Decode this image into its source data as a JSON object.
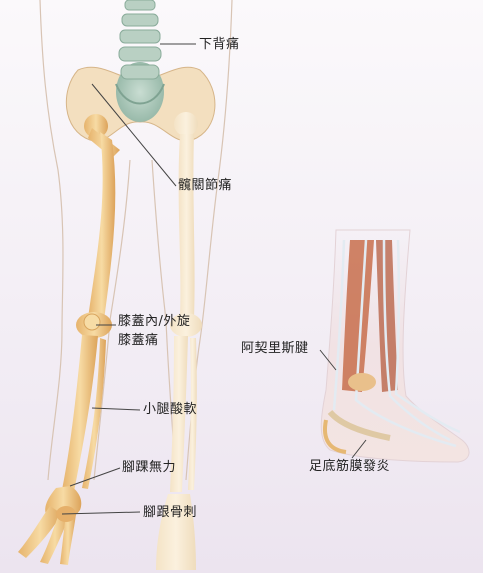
{
  "labels": {
    "lower_back": "下背痛",
    "hip": "髖關節痛",
    "knee_line1": "膝蓋內/外旋",
    "knee_line2": "膝蓋痛",
    "calf": "小腿酸軟",
    "ankle": "腳踝無力",
    "heel": "腳跟骨刺",
    "achilles": "阿契里斯腱",
    "plantar": "足底筋膜發炎"
  },
  "colors": {
    "bone": "#f0c98a",
    "bone_shadow": "#d9a55e",
    "pelvis": "#a9c6b8",
    "skin_outline": "#d8c4b4",
    "muscle": "#c86e4c",
    "tendon": "#e3ebf2",
    "leader_line": "#444444"
  }
}
